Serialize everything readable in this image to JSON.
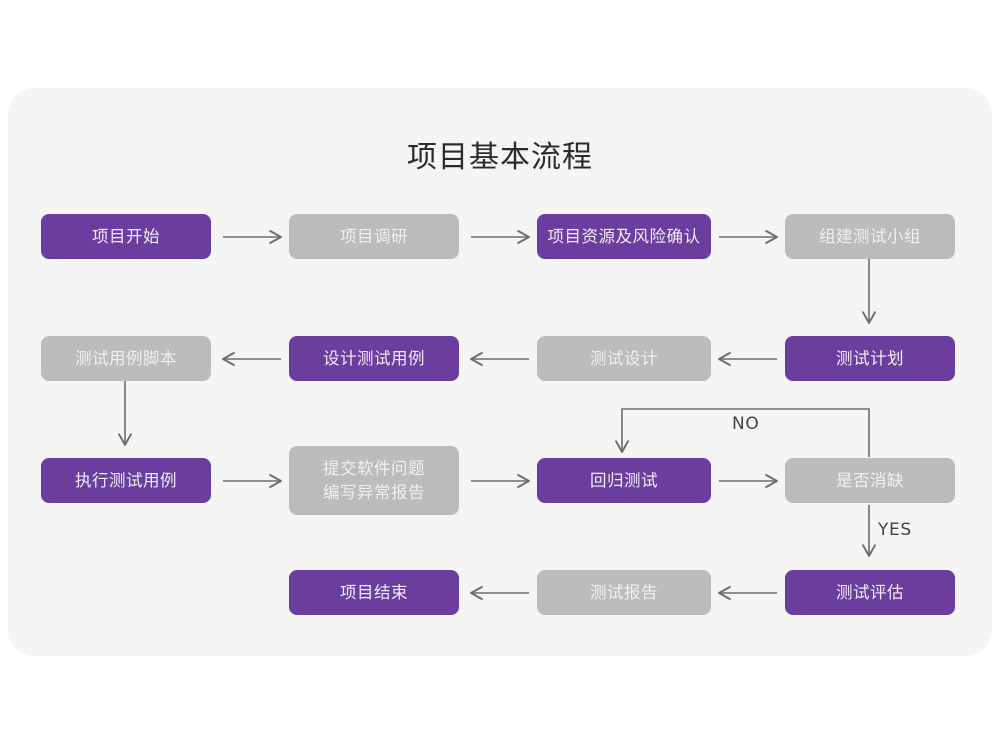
{
  "diagram": {
    "title": "项目基本流程",
    "colors": {
      "page_background": "#ffffff",
      "card_background": "#f5f5f5",
      "accent_purple": "#6b3d9e",
      "muted_gray": "#bcbcbc",
      "connector": "#6e6e6e",
      "title_text": "#2c2c2c"
    },
    "nodes": [
      {
        "id": "n1",
        "label": "项目开始",
        "style": "purple",
        "row": 1,
        "col": 1
      },
      {
        "id": "n2",
        "label": "项目调研",
        "style": "gray",
        "row": 1,
        "col": 2
      },
      {
        "id": "n3",
        "label": "项目资源及风险确认",
        "style": "purple",
        "row": 1,
        "col": 3
      },
      {
        "id": "n4",
        "label": "组建测试小组",
        "style": "gray",
        "row": 1,
        "col": 4
      },
      {
        "id": "n5",
        "label": "测试用例脚本",
        "style": "gray",
        "row": 2,
        "col": 1
      },
      {
        "id": "n6",
        "label": "设计测试用例",
        "style": "purple",
        "row": 2,
        "col": 2
      },
      {
        "id": "n7",
        "label": "测试设计",
        "style": "gray",
        "row": 2,
        "col": 3
      },
      {
        "id": "n8",
        "label": "测试计划",
        "style": "purple",
        "row": 2,
        "col": 4
      },
      {
        "id": "n9",
        "label": "执行测试用例",
        "style": "purple",
        "row": 3,
        "col": 1
      },
      {
        "id": "n10",
        "label": "提交软件问题\n编写异常报告",
        "style": "gray",
        "row": 3,
        "col": 2
      },
      {
        "id": "n11",
        "label": "回归测试",
        "style": "purple",
        "row": 3,
        "col": 3
      },
      {
        "id": "n12",
        "label": "是否消缺",
        "style": "gray",
        "row": 3,
        "col": 4
      },
      {
        "id": "n13",
        "label": "项目结束",
        "style": "purple",
        "row": 4,
        "col": 2
      },
      {
        "id": "n14",
        "label": "测试报告",
        "style": "gray",
        "row": 4,
        "col": 3
      },
      {
        "id": "n15",
        "label": "测试评估",
        "style": "purple",
        "row": 4,
        "col": 4
      }
    ],
    "edge_labels": {
      "no": "NO",
      "yes": "YES"
    },
    "edges": [
      {
        "from": "n1",
        "to": "n2",
        "direction": "right"
      },
      {
        "from": "n2",
        "to": "n3",
        "direction": "right"
      },
      {
        "from": "n3",
        "to": "n4",
        "direction": "right"
      },
      {
        "from": "n4",
        "to": "n8",
        "direction": "down"
      },
      {
        "from": "n8",
        "to": "n7",
        "direction": "left"
      },
      {
        "from": "n7",
        "to": "n6",
        "direction": "left"
      },
      {
        "from": "n6",
        "to": "n5",
        "direction": "left"
      },
      {
        "from": "n5",
        "to": "n9",
        "direction": "down"
      },
      {
        "from": "n9",
        "to": "n10",
        "direction": "right"
      },
      {
        "from": "n10",
        "to": "n11",
        "direction": "right"
      },
      {
        "from": "n11",
        "to": "n12",
        "direction": "right"
      },
      {
        "from": "n12",
        "to": "n11",
        "direction": "loop-back",
        "label": "NO"
      },
      {
        "from": "n12",
        "to": "n15",
        "direction": "down",
        "label": "YES"
      },
      {
        "from": "n15",
        "to": "n14",
        "direction": "left"
      },
      {
        "from": "n14",
        "to": "n13",
        "direction": "left"
      }
    ]
  }
}
